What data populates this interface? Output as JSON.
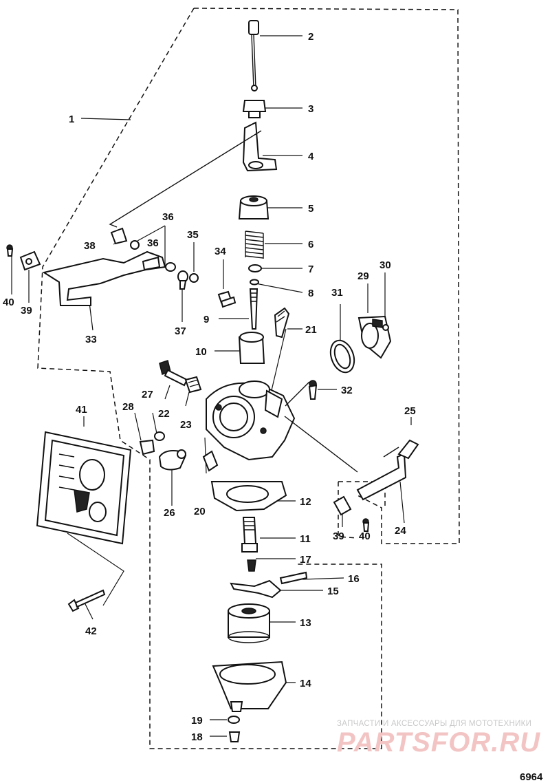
{
  "figure_id": "6964",
  "watermark": {
    "line1": "ЗАПЧАСТИ И АКСЕССУАРЫ ДЛЯ МОТОТЕХНИКИ",
    "line2": "PARTSFOR.RU"
  },
  "callouts": [
    "1",
    "2",
    "3",
    "4",
    "5",
    "6",
    "7",
    "8",
    "9",
    "10",
    "11",
    "12",
    "13",
    "14",
    "15",
    "16",
    "17",
    "18",
    "19",
    "20",
    "21",
    "22",
    "23",
    "24",
    "25",
    "26",
    "27",
    "28",
    "29",
    "30",
    "31",
    "32",
    "33",
    "34",
    "35",
    "36",
    "37",
    "38",
    "39",
    "40",
    "41",
    "42"
  ],
  "callouts_repeat": [
    "36",
    "39",
    "40"
  ]
}
